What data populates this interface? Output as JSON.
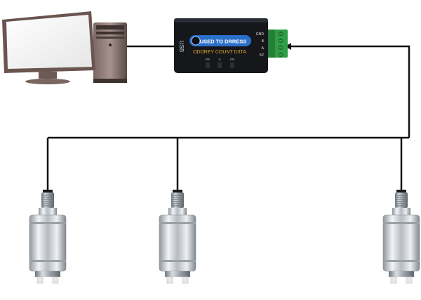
{
  "converter": {
    "side_label": "USB",
    "brand_label": "USED TO DRRESS",
    "subtitle_label": "ODDREY COUNT D3TA",
    "led_labels": [
      "RX",
      "S",
      "ON"
    ],
    "pin_labels": [
      "GND",
      "B",
      "A",
      "5V"
    ]
  },
  "colors": {
    "wire": "#111111",
    "converter_body": "#15171b",
    "badge_fill": "#2a6fc9",
    "subtitle": "#e0a628",
    "terminal_green": "#2e9e45",
    "monitor_frame": "#6b5550",
    "tower": "#5a4a46",
    "sensor_steel": "#c9ced4"
  },
  "devices": [
    "computer",
    "usb-rs485-converter",
    "pressure-sensor",
    "pressure-sensor",
    "pressure-sensor"
  ]
}
